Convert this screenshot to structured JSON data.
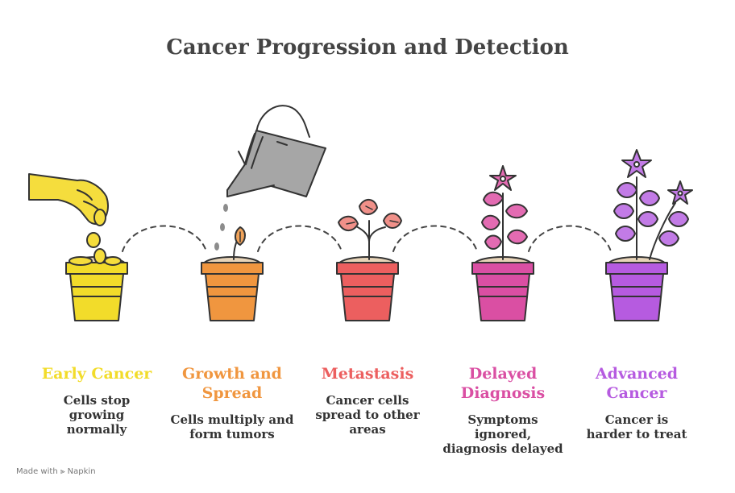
{
  "title": "Cancer Progression and Detection",
  "stages": [
    {
      "title": "Early Cancer",
      "description": "Cells stop growing normally",
      "color": "#F2DC2A"
    },
    {
      "title": "Growth and Spread",
      "description": "Cells multiply and form tumors",
      "color": "#F0963F"
    },
    {
      "title": "Metastasis",
      "description": "Cancer cells spread to other areas",
      "color": "#EC5F5F"
    },
    {
      "title": "Delayed Diagnosis",
      "description": "Symptoms ignored, diagnosis delayed",
      "color": "#DA4FA3"
    },
    {
      "title": "Advanced Cancer",
      "description": "Cancer is harder to treat",
      "color": "#B65BE0"
    }
  ],
  "branding": {
    "made_with": "Made with",
    "name": "Napkin"
  },
  "icons": [
    "hand-icon",
    "seed-icon",
    "watering-can-icon",
    "water-drop-icon",
    "pot-icon",
    "sprout-icon",
    "flower-icon",
    "dashed-connector"
  ]
}
